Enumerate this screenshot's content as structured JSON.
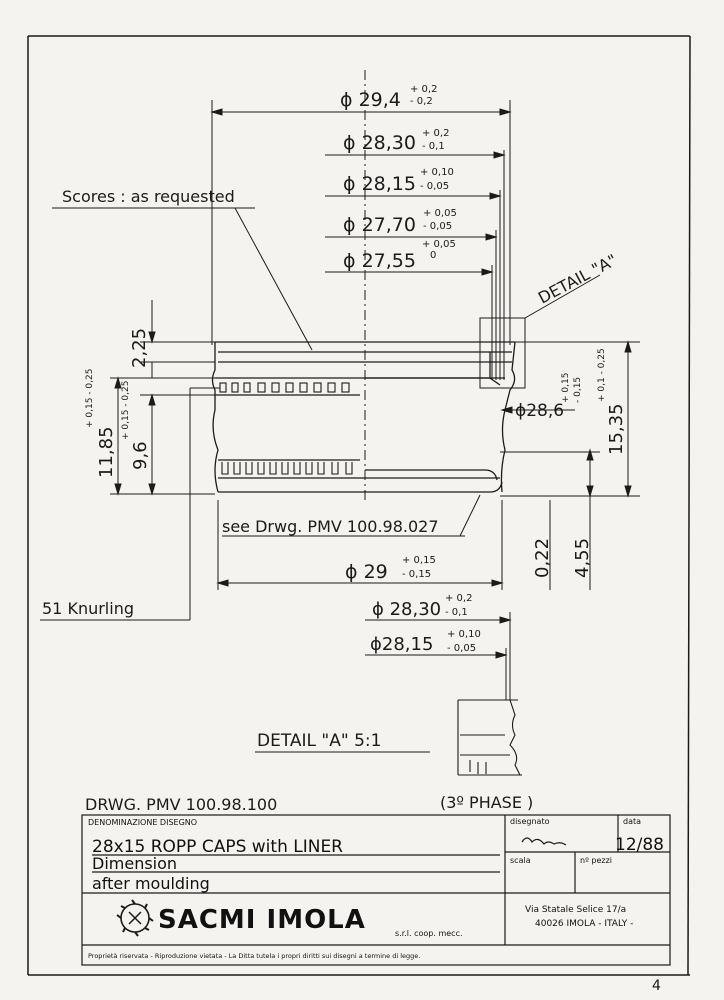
{
  "dimensions": {
    "d1": {
      "label": "ϕ 29,4",
      "tol_up": "+ 0,2",
      "tol_dn": "- 0,2"
    },
    "d2": {
      "label": "ϕ 28,30",
      "tol_up": "+ 0,2",
      "tol_dn": "- 0,1"
    },
    "d3": {
      "label": "ϕ 28,15",
      "tol_up": "+ 0,10",
      "tol_dn": "- 0,05"
    },
    "d4": {
      "label": "ϕ 27,70",
      "tol_up": "+ 0,05",
      "tol_dn": "- 0,05"
    },
    "d5": {
      "label": "ϕ 27,55",
      "tol_up": "+ 0,05",
      "tol_dn": "0"
    },
    "d_bottom": {
      "label": "ϕ 29",
      "tol_up": "+ 0,15",
      "tol_dn": "- 0,15"
    },
    "d_inner": {
      "label": "ϕ28,6",
      "tol_up": "+ 0,15",
      "tol_dn": "- 0,15"
    },
    "d_detail1": {
      "label": "ϕ 28,30",
      "tol_up": "+ 0,2",
      "tol_dn": "- 0,1"
    },
    "d_detail2": {
      "label": "ϕ28,15",
      "tol_up": "+ 0,10",
      "tol_dn": "- 0,05"
    },
    "h_225": "2,25",
    "h_1185": "11,85",
    "h_1185_tol": "+ 0,15 - 0,25",
    "h_96": "9,6",
    "h_96_tol": "+ 0,15 - 0,25",
    "h_1535": "15,35",
    "h_1535_tol": "+ 0,1 - 0,25",
    "h_022": "0,22",
    "h_455": "4,55"
  },
  "notes": {
    "scores": "Scores : as requested",
    "detail_a": "DETAIL \"A\"",
    "see_drwg": "see Drwg. PMV 100.98.027",
    "knurling": "51 Knurling",
    "detail_scale": "DETAIL \"A\" 5:1"
  },
  "title_block": {
    "drawing_no": "DRWG.  PMV 100.98.100",
    "phase": "(3º PHASE )",
    "denominazione_label": "DENOMINAZIONE DISEGNO",
    "title_line1": "28x15 ROPP CAPS  with LINER",
    "title_line2": "Dimension",
    "title_line3": "after moulding",
    "disegnato_label": "disegnato",
    "data_label": "data",
    "date": "12/88",
    "scala_label": "scala",
    "pezzi_label": "nº pezzi",
    "company": "SACMI IMOLA",
    "company_type": "s.r.l. coop. mecc.",
    "address1": "Via Statale Selice 17/a",
    "address2": "40026 IMOLA - ITALY -",
    "footer": "Proprietà riservata - Riproduzione vietata - La Ditta tutela i propri diritti sui disegni a termine di legge.",
    "page_number": "4"
  },
  "colors": {
    "ink": "#1b1b1b",
    "paper": "#f4f3ef"
  }
}
